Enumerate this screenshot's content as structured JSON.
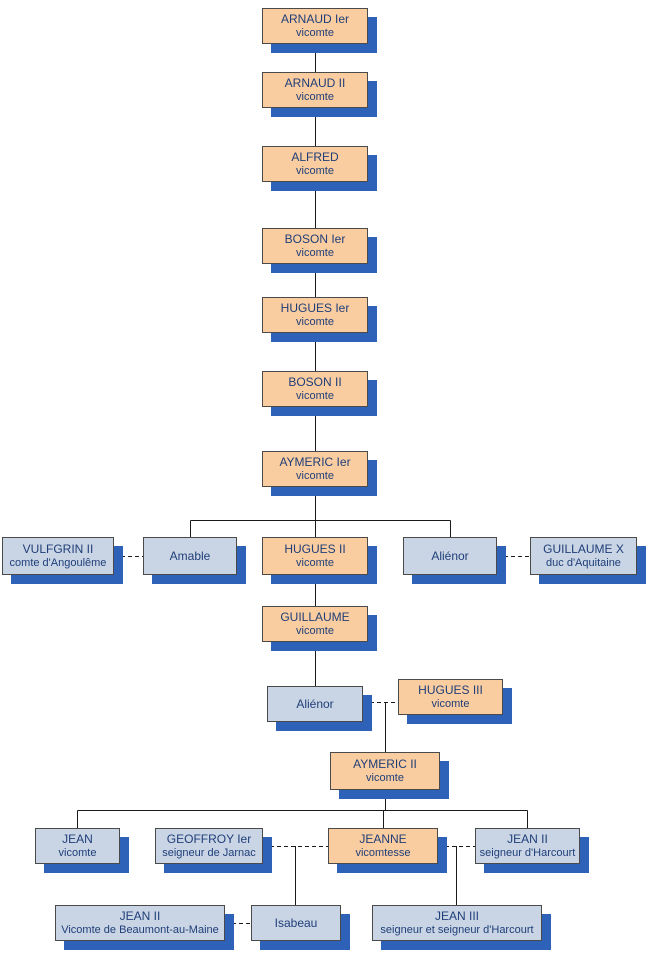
{
  "diagram": {
    "type": "genealogy-tree",
    "nodes": [
      {
        "id": "arnaud-1",
        "name": "ARNAUD Ier",
        "title": "vicomte",
        "kind": "lineage"
      },
      {
        "id": "arnaud-2",
        "name": "ARNAUD II",
        "title": "vicomte",
        "kind": "lineage"
      },
      {
        "id": "alfred",
        "name": "ALFRED",
        "title": "vicomte",
        "kind": "lineage"
      },
      {
        "id": "boson-1",
        "name": "BOSON Ier",
        "title": "vicomte",
        "kind": "lineage"
      },
      {
        "id": "hugues-1",
        "name": "HUGUES Ier",
        "title": "vicomte",
        "kind": "lineage"
      },
      {
        "id": "boson-2",
        "name": "BOSON II",
        "title": "vicomte",
        "kind": "lineage"
      },
      {
        "id": "aymeric-1",
        "name": "AYMERIC Ier",
        "title": "vicomte",
        "kind": "lineage"
      },
      {
        "id": "vulfgrin-2",
        "name": "VULFGRIN II",
        "title": "comte d'Angoulême",
        "kind": "spouse"
      },
      {
        "id": "amable",
        "name": "Amable",
        "title": "",
        "kind": "spouse"
      },
      {
        "id": "hugues-2",
        "name": "HUGUES II",
        "title": "vicomte",
        "kind": "lineage"
      },
      {
        "id": "alienor-1",
        "name": "Aliénor",
        "title": "",
        "kind": "spouse"
      },
      {
        "id": "guillaume-x",
        "name": "GUILLAUME X",
        "title": "duc d'Aquitaine",
        "kind": "spouse"
      },
      {
        "id": "guillaume",
        "name": "GUILLAUME",
        "title": "vicomte",
        "kind": "lineage"
      },
      {
        "id": "alienor-2",
        "name": "Aliénor",
        "title": "",
        "kind": "spouse"
      },
      {
        "id": "hugues-3",
        "name": "HUGUES III",
        "title": "vicomte",
        "kind": "lineage"
      },
      {
        "id": "aymeric-2",
        "name": "AYMERIC II",
        "title": "vicomte",
        "kind": "lineage"
      },
      {
        "id": "jean",
        "name": "JEAN",
        "title": "vicomte",
        "kind": "spouse"
      },
      {
        "id": "geoffroy-1",
        "name": "GEOFFROY Ier",
        "title": "seigneur de Jarnac",
        "kind": "spouse"
      },
      {
        "id": "jeanne",
        "name": "JEANNE",
        "title": "vicomtesse",
        "kind": "lineage"
      },
      {
        "id": "jean-2-harcourt",
        "name": "JEAN II",
        "title": "seigneur d'Harcourt",
        "kind": "spouse"
      },
      {
        "id": "jean-2-beaumont",
        "name": "JEAN II",
        "title": "Vicomte de Beaumont-au-Maine",
        "kind": "spouse"
      },
      {
        "id": "isabeau",
        "name": "Isabeau",
        "title": "",
        "kind": "spouse"
      },
      {
        "id": "jean-3",
        "name": "JEAN III",
        "title": "seigneur et seigneur d'Harcourt",
        "kind": "spouse"
      }
    ],
    "edges": {
      "lineage_chain": [
        "arnaud-1",
        "arnaud-2",
        "alfred",
        "boson-1",
        "hugues-1",
        "boson-2",
        "aymeric-1",
        "hugues-2",
        "guillaume"
      ],
      "children": [
        {
          "parent": "aymeric-1",
          "children": [
            "amable",
            "hugues-2",
            "alienor-1"
          ]
        },
        {
          "parent": "guillaume",
          "children": [
            "alienor-2"
          ]
        },
        {
          "parent": "alienor-2 + hugues-3",
          "children": [
            "aymeric-2"
          ]
        },
        {
          "parent": "aymeric-2",
          "children": [
            "jean",
            "jeanne",
            "jean-2-harcourt"
          ]
        },
        {
          "parent": "geoffroy-1 + jeanne",
          "children": [
            "isabeau"
          ]
        },
        {
          "parent": "jeanne + jean-2-harcourt",
          "children": [
            "jean-3"
          ]
        }
      ],
      "marriages": [
        [
          "vulfgrin-2",
          "amable"
        ],
        [
          "alienor-1",
          "guillaume-x"
        ],
        [
          "alienor-2",
          "hugues-3"
        ],
        [
          "geoffroy-1",
          "jeanne"
        ],
        [
          "jeanne",
          "jean-2-harcourt"
        ],
        [
          "jean-2-beaumont",
          "isabeau"
        ]
      ]
    }
  },
  "colors": {
    "lineage_box": "#FACDA0",
    "spouse_box": "#C9D5E5",
    "box_shadow": "#2E61B8",
    "text": "#1F3E78",
    "line": "#1a1a1a",
    "background": "#ffffff"
  }
}
